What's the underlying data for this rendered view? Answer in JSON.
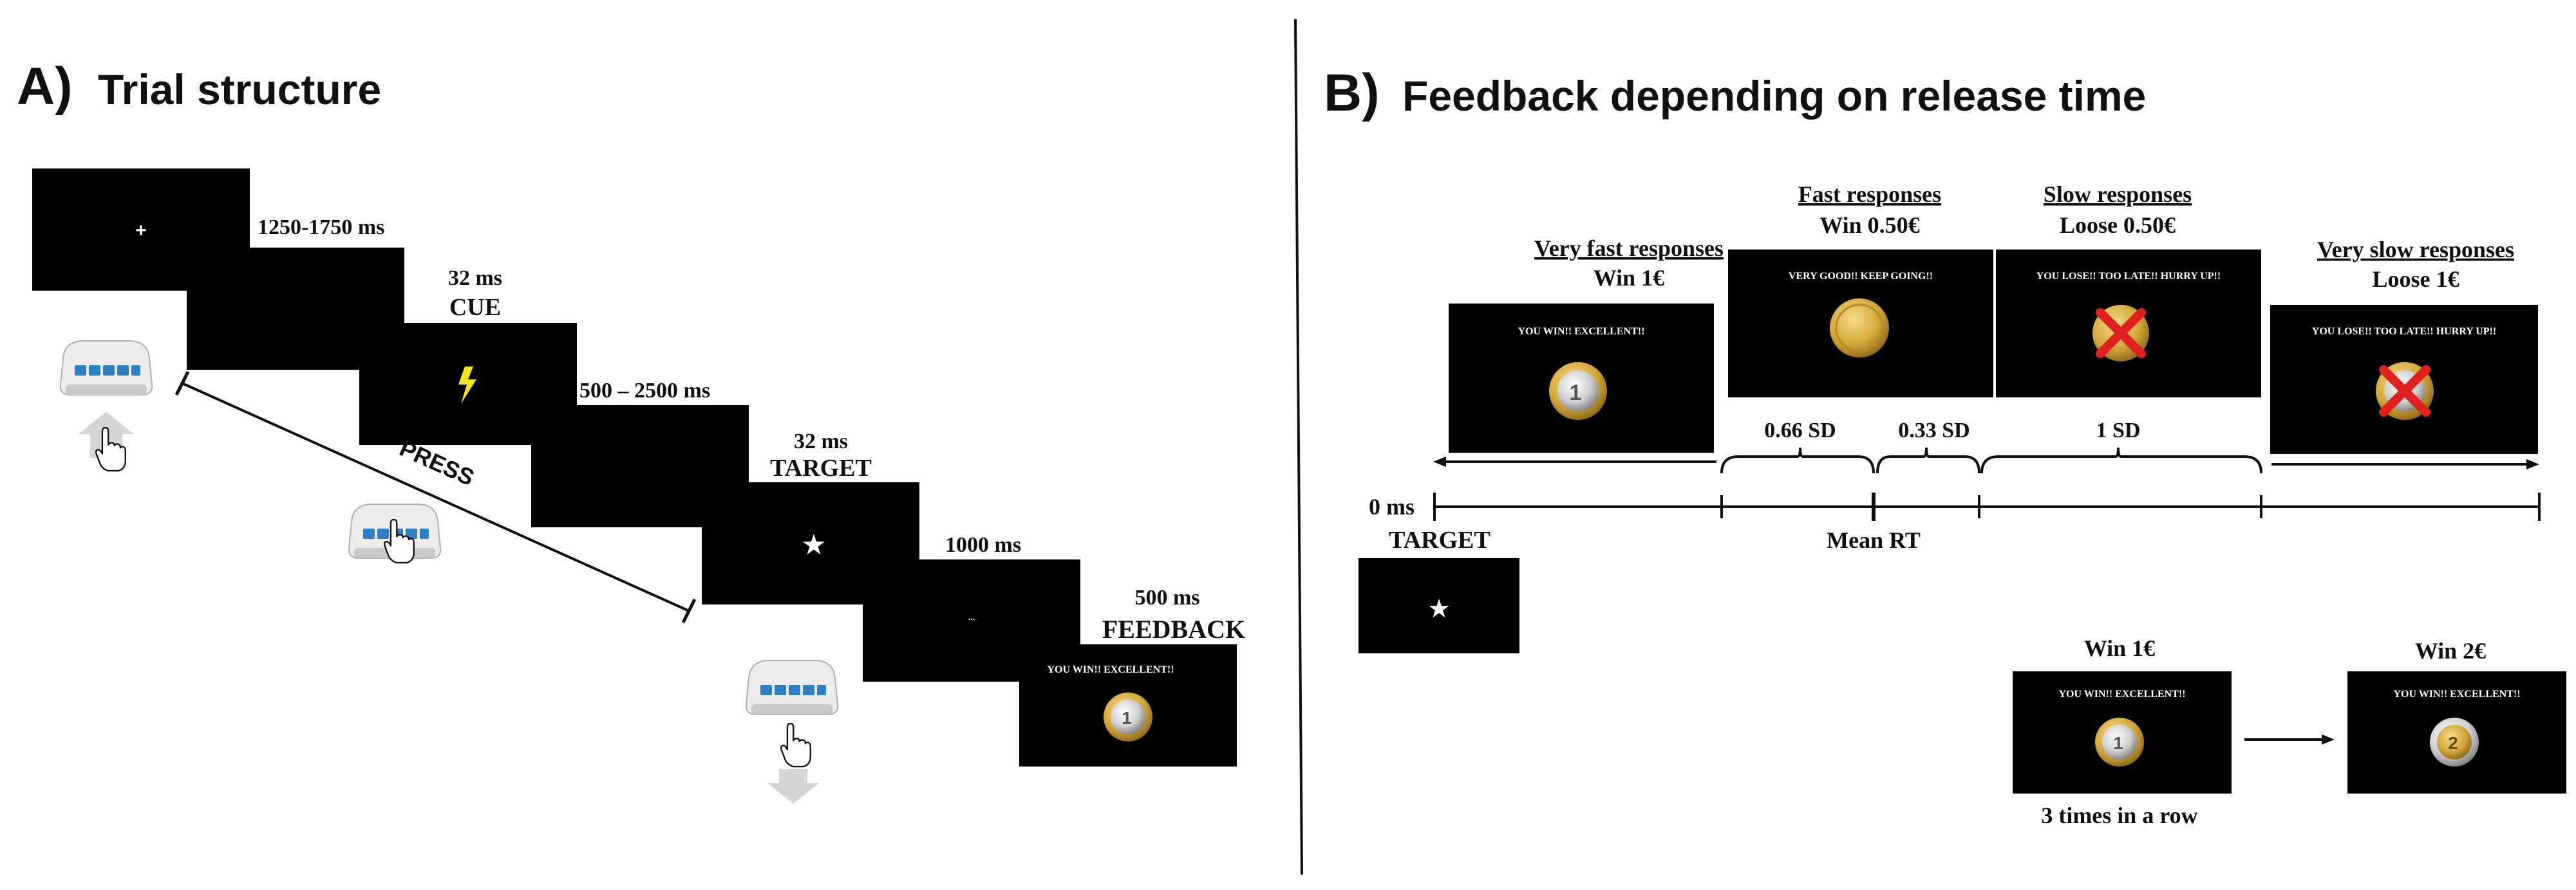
{
  "panel_a": {
    "letter": "A)",
    "title": "Trial structure",
    "durations": {
      "fixation": "1250-1750 ms",
      "cue": "32 ms",
      "isi": "500 – 2500 ms",
      "target": "32 ms",
      "blank": "1000 ms",
      "feedback": "500 ms"
    },
    "labels": {
      "cue": "CUE",
      "target": "TARGET",
      "feedback": "FEEDBACK",
      "press": "PRESS"
    },
    "screens": {
      "fixation_symbol": "+",
      "target_symbol": "★",
      "blank_symbol": "...",
      "feedback_text": "YOU WIN!! EXCELLENT!!"
    }
  },
  "panel_b": {
    "letter": "B)",
    "title": "Feedback depending on release time",
    "categories": [
      {
        "name": "Very fast responses",
        "outcome": "Win 1€",
        "screen_text": "YOU WIN!! EXCELLENT!!"
      },
      {
        "name": "Fast responses",
        "outcome": "Win 0.50€",
        "screen_text": "VERY GOOD!! KEEP GOING!!"
      },
      {
        "name": "Slow responses",
        "outcome": "Loose 0.50€",
        "screen_text": "YOU LOSE!! TOO LATE!! HURRY UP!!"
      },
      {
        "name": "Very slow responses",
        "outcome": "Loose 1€",
        "screen_text": "YOU LOSE!! TOO LATE!! HURRY UP!!"
      }
    ],
    "intervals": [
      "0.66 SD",
      "0.33 SD",
      "1 SD"
    ],
    "timeline": {
      "zero_label": "0 ms",
      "target_label": "TARGET",
      "mean_label": "Mean RT",
      "target_symbol": "★"
    },
    "bonus": {
      "win1_label": "Win 1€",
      "win2_label": "Win 2€",
      "streak_label": "3 times in a row",
      "screen_text": "YOU WIN!! EXCELLENT!!"
    }
  },
  "colors": {
    "screen": "#000000",
    "ink": "#111111",
    "coin_gold": "#d4a83a",
    "coin_silver": "#d8d8d8",
    "cross": "#e0201e",
    "lightning": "#f5e21a",
    "keypad_blue": "#2d7fc8"
  }
}
